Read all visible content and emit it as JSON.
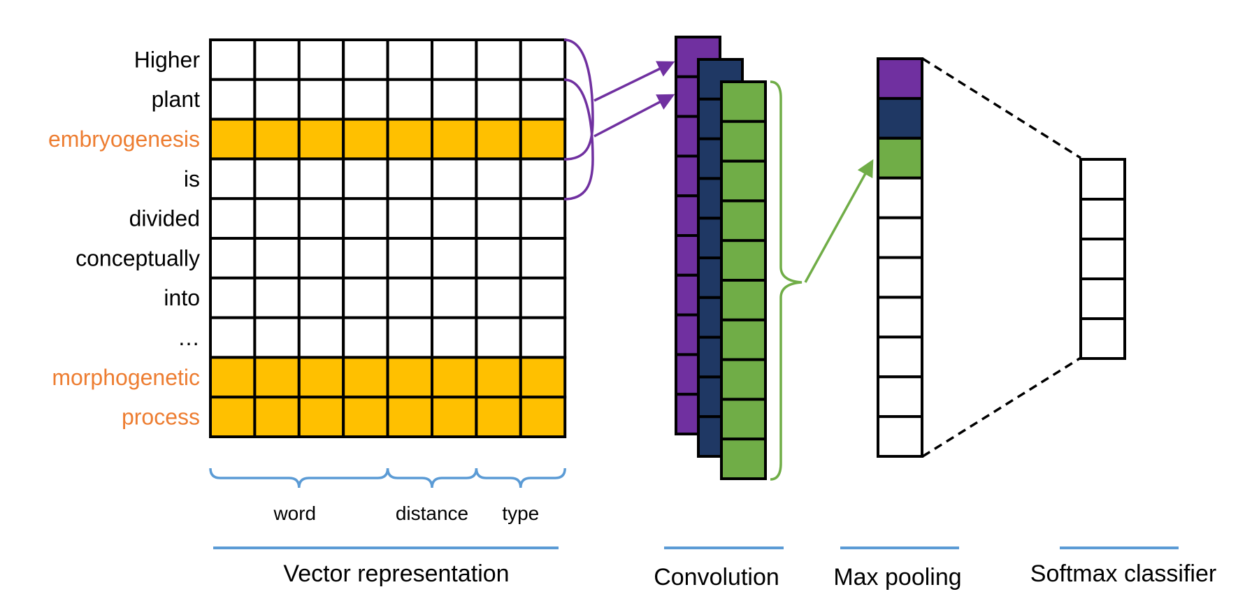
{
  "words": [
    {
      "text": "Higher",
      "highlight": false
    },
    {
      "text": "plant",
      "highlight": false
    },
    {
      "text": "embryogenesis",
      "highlight": true
    },
    {
      "text": "is",
      "highlight": false
    },
    {
      "text": "divided",
      "highlight": false
    },
    {
      "text": "conceptually",
      "highlight": false
    },
    {
      "text": "into",
      "highlight": false
    },
    {
      "text": "…",
      "highlight": false
    },
    {
      "text": "morphogenetic",
      "highlight": true
    },
    {
      "text": "process",
      "highlight": true
    }
  ],
  "feature_groups": [
    {
      "label": "word",
      "columns": 4
    },
    {
      "label": "distance",
      "columns": 2
    },
    {
      "label": "type",
      "columns": 2
    }
  ],
  "stages": {
    "vector": "Vector representation",
    "convolution": "Convolution",
    "pooling": "Max pooling",
    "softmax": "Softmax classifier"
  },
  "conv_cells": 10,
  "pool_cells": 10,
  "softmax_cells": 5,
  "colors": {
    "highlight_fill": "#FFC000",
    "highlight_text": "#ED7D31",
    "filter_purple": "#7030A0",
    "filter_navy": "#1F3864",
    "filter_green": "#70AD47",
    "brace_blue": "#5B9BD5",
    "line": "#000000"
  }
}
